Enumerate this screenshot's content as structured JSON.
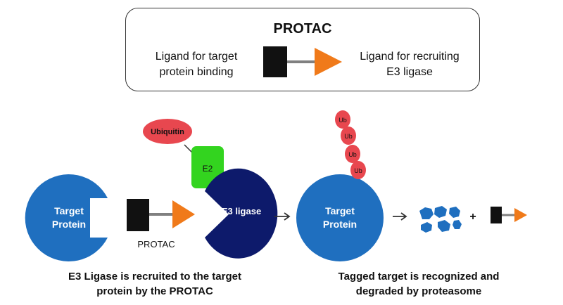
{
  "legend": {
    "title": "PROTAC",
    "left_line1": "Ligand for target",
    "left_line2": "protein binding",
    "right_line1": "Ligand for recruiting",
    "right_line2": "E3 ligase"
  },
  "stage1": {
    "target_line1": "Target",
    "target_line2": "Protein",
    "protac_label": "PROTAC",
    "ubiquitin_label": "Ubiquitin",
    "e2_label": "E2",
    "e3_label": "E3 ligase"
  },
  "stage2": {
    "target_line1": "Target",
    "target_line2": "Protein",
    "ub_labels": [
      "Ub",
      "Ub",
      "Ub",
      "Ub"
    ],
    "plus": "+"
  },
  "captions": {
    "left_line1": "E3 Ligase is recruited to the target",
    "left_line2": "protein by the PROTAC",
    "right_line1": "Tagged target is recognized and",
    "right_line2": "degraded by proteasome"
  },
  "colors": {
    "target_blue": "#1f6fbf",
    "e3_navy": "#0d1a6b",
    "e2_green": "#33d41f",
    "ubiquitin_red": "#e8474f",
    "ligand_orange": "#f07a1a",
    "ligand_black": "#111111",
    "linker_gray": "#808080"
  }
}
